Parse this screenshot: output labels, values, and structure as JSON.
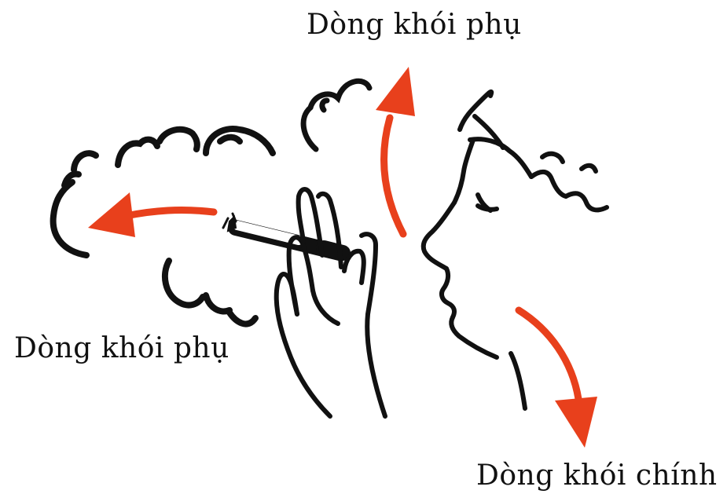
{
  "labels": {
    "top": "Dòng khói phụ",
    "left": "Dòng khói phụ",
    "main": "Dòng khói chính"
  },
  "colors": {
    "ink": "#111111",
    "arrow": "#e8401c",
    "background": "#ffffff"
  },
  "icons": {
    "smoke_clouds": "smoke-cloud-icon",
    "hand": "hand-icon",
    "cigarette": "cigarette-icon",
    "face": "face-profile-icon"
  }
}
